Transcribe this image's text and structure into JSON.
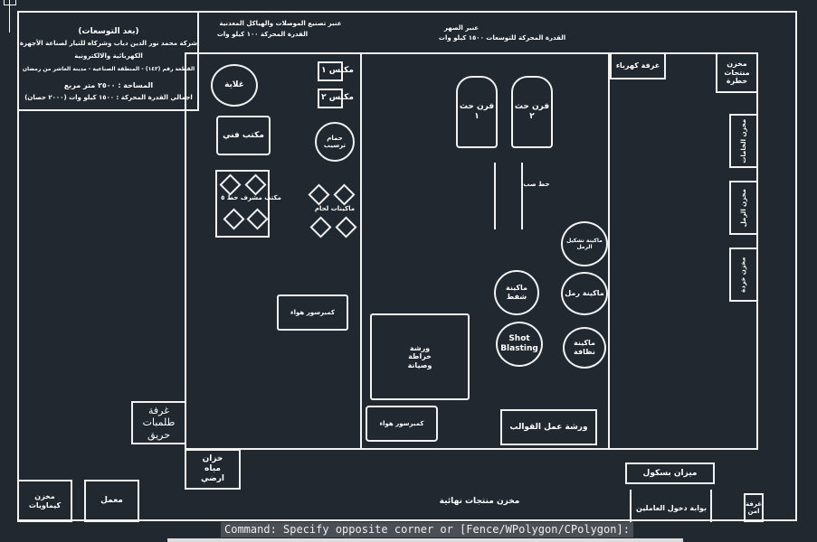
{
  "title_block": {
    "line1": "(بعد التوسعات)",
    "line2": "شركة محمد نور الدين دياب وشركاه للتيار لصناعة الأجهزة",
    "line3": "الكهربائية والالكترونية",
    "line4": "القطعة رقم (١٤٣) - المنطقة الصناعية - مدينة العاشر من رمضان",
    "line5": "المساحة : ٢٥٠٠ متر مربع",
    "line6": "اجمالي القدرة المحركة : ١٥٠٠ كيلو وات (٢٠٠٠ حصان)"
  },
  "halls": {
    "fab_title": "عنبر تصنيع الموصلات والهياكل المعدنية",
    "fab_power": "القدرة المحركة ١٠٠ كيلو وات",
    "melt_title": "عنبر الصهر",
    "melt_power": "القدرة المحركة للتوسعات ١٥٠٠ كيلو وات"
  },
  "rooms": {
    "boiler": "غلاية",
    "press1": "مكبس ١",
    "press2": "مكبس ٢",
    "tech_office": "مكتب فني",
    "plating": "حمام ترسيب",
    "supervisor": "مكتب مشرف خط ٥",
    "welding": "ماكينات لحام",
    "compressor1": "كمبرسور هواء",
    "workshop": "ورشة خراطة وصيانة",
    "furnace1": "فرن حث ١",
    "furnace2": "فرن حث ٢",
    "casting_line": "خط صب",
    "sand_machine": "ماكينة تشكيل الرمل",
    "suction": "ماكينة شفط",
    "sand2": "ماكينة رمل",
    "shot": "Shot Blasting",
    "cleaning": "ماكينة نظافة",
    "molds": "ورشة عمل القوالب",
    "compressor2": "كمبرسور هواء",
    "electric": "غرفة كهرباء",
    "hazard_store": "مخزن منتجات خطرة",
    "store_a": "مخزن الخامات",
    "store_b": "مخزن الرمل",
    "store_c": "مخزن خردة",
    "fire_pumps": "غرفة طلمبات حريق",
    "water_tank": "خزان مياه ارضي",
    "chem_store": "مخزن كيماويات",
    "lab": "معمل",
    "final_store": "مخزن منتجات نهائية",
    "scale": "ميزان بسكول",
    "gate": "بوابة دخول العاملين",
    "security": "غرفة امن"
  },
  "command_line": "Command: Specify opposite corner or [Fence/WPolygon/CPolygon]:"
}
